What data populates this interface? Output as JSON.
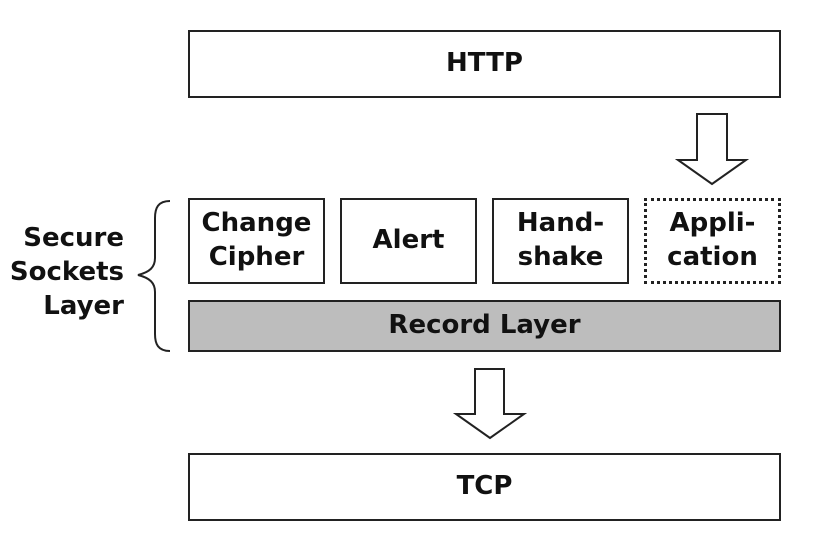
{
  "diagram": {
    "top_layer": "HTTP",
    "bottom_layer": "TCP",
    "ssl_group_label": "Secure\nSockets\nLayer",
    "protocols": [
      {
        "label": "Change\nCipher",
        "style": "solid"
      },
      {
        "label": "Alert",
        "style": "solid"
      },
      {
        "label": "Hand-\nshake",
        "style": "solid"
      },
      {
        "label": "Appli-\ncation",
        "style": "dotted"
      }
    ],
    "record_layer": "Record Layer",
    "colors": {
      "record_fill": "#bdbdbd",
      "stroke": "#222222"
    }
  }
}
